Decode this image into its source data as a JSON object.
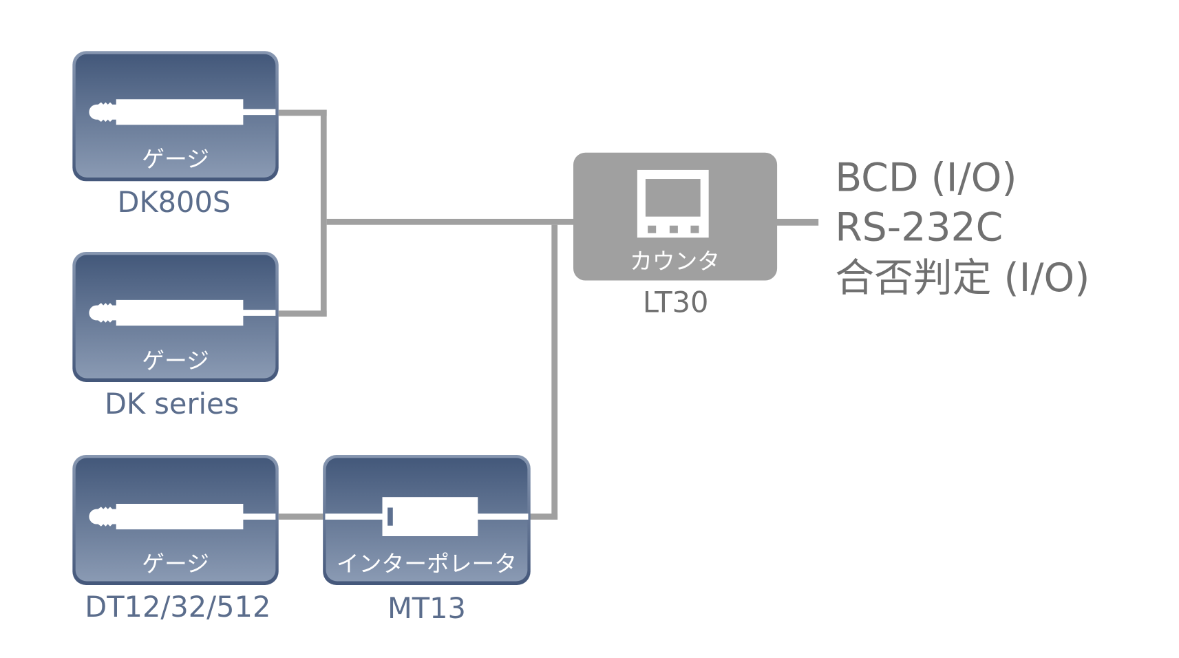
{
  "diagram": {
    "title": "",
    "colors": {
      "device_box_top": "#43587a",
      "device_box_bottom": "#8a9ab3",
      "device_box_border": "#4a5d80",
      "counter_box": "#a0a0a0",
      "wire": "#a0a0a0",
      "model_text_blue": "#5b6d8c",
      "model_text_gray": "#707070"
    },
    "gauges": [
      {
        "type_label": "ゲージ",
        "model": "DK800S"
      },
      {
        "type_label": "ゲージ",
        "model": "DK series"
      },
      {
        "type_label": "ゲージ",
        "model": "DT12/32/512"
      }
    ],
    "interpolator": {
      "type_label": "インターポレータ",
      "model": "MT13"
    },
    "counter": {
      "type_label": "カウンタ",
      "model": "LT30"
    },
    "outputs": [
      "BCD (I/O)",
      "RS-232C",
      "合否判定 (I/O)"
    ],
    "connections": [
      {
        "from": "DK800S",
        "to": "LT30"
      },
      {
        "from": "DK series",
        "to": "LT30"
      },
      {
        "from": "DT12/32/512",
        "to": "MT13"
      },
      {
        "from": "MT13",
        "to": "LT30"
      },
      {
        "from": "LT30",
        "to": "outputs"
      }
    ]
  }
}
